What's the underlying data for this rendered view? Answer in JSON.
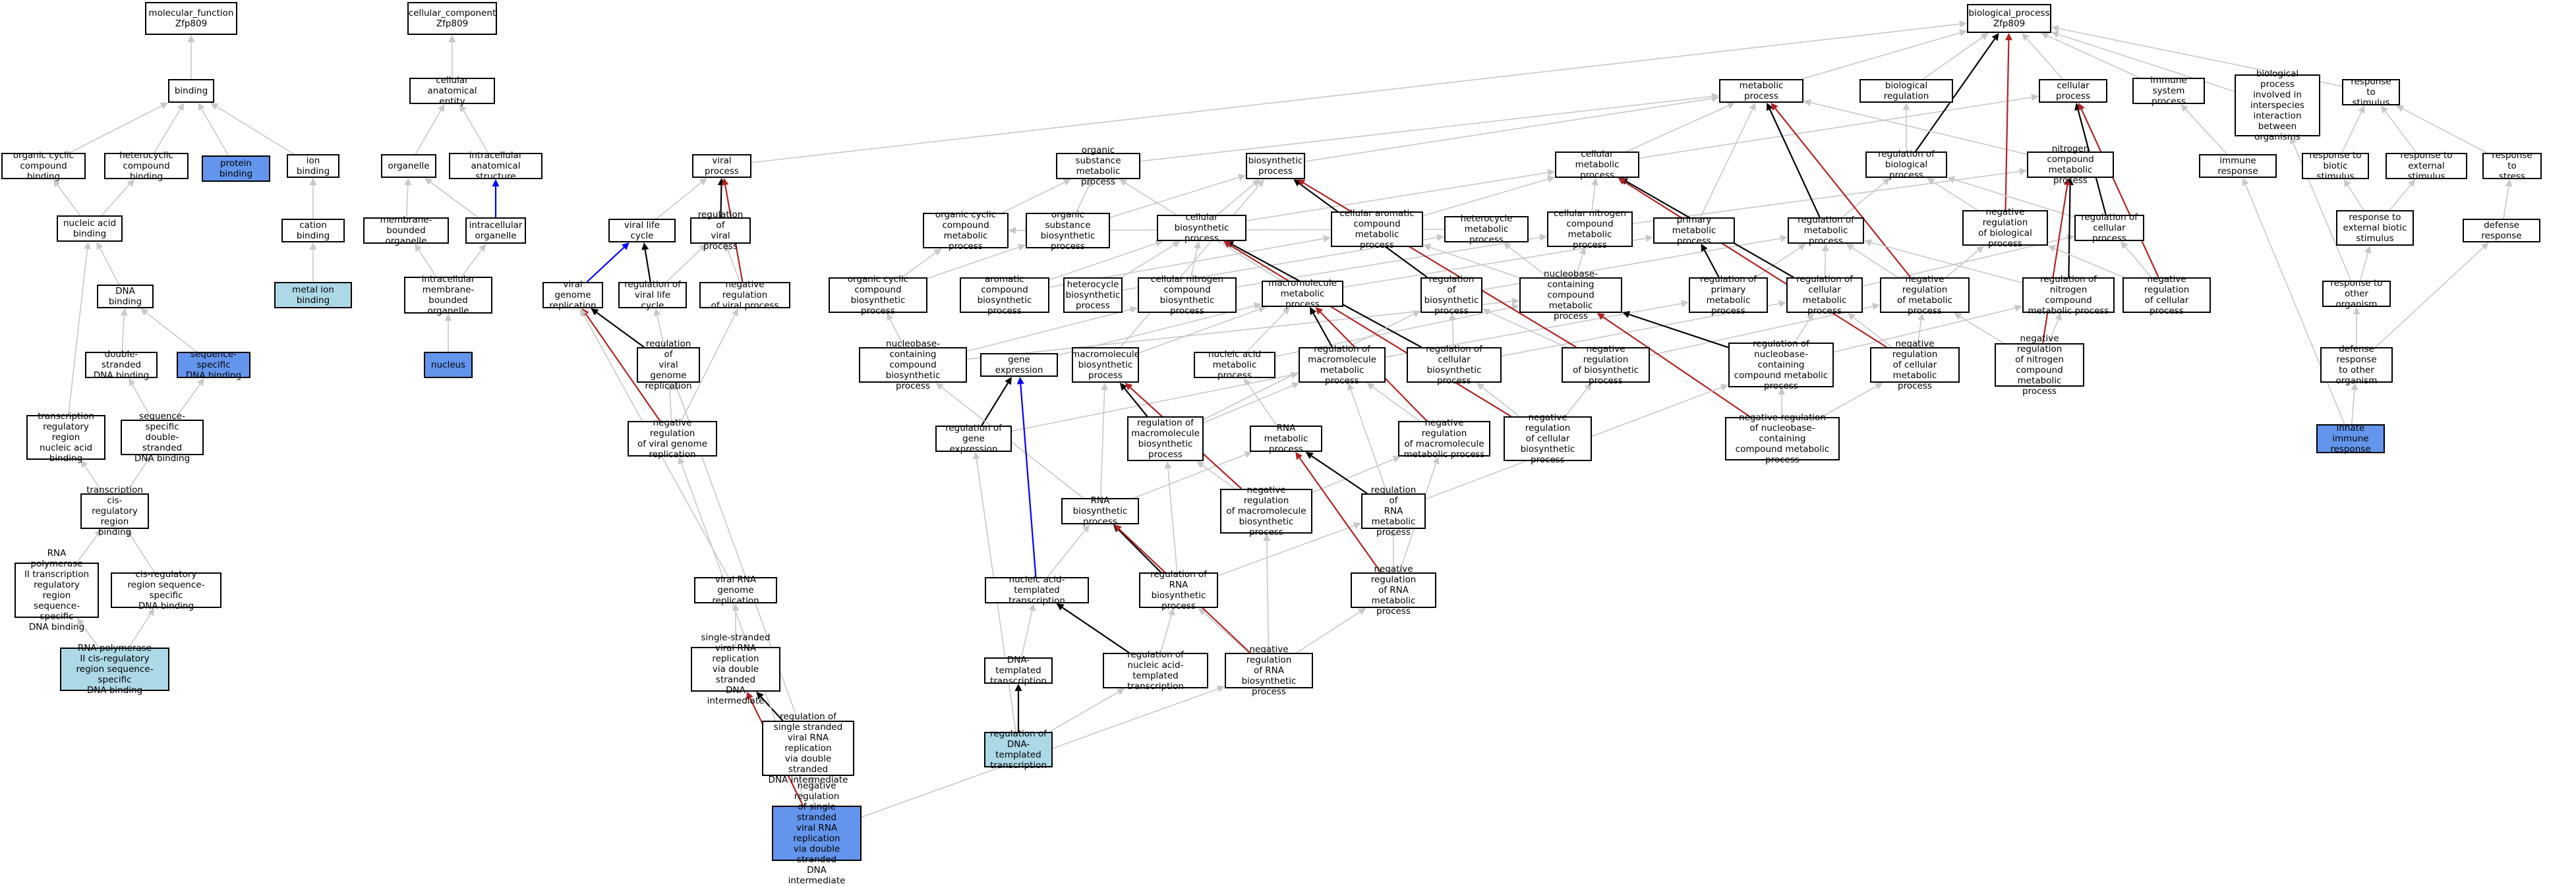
{
  "colors": {
    "is_a": "#c8c8c8",
    "regulates": "#000000",
    "negatively_regulates": "#b22222",
    "part_of": "#0000ff",
    "light_node": "#add8e6",
    "highlight_node": "#6495ed"
  },
  "nodes": {
    "mf_root": "molecular_function\nZfp809",
    "binding": "binding",
    "organic_cyclic_binding": "organic cyclic\ncompound binding",
    "heterocyclic_binding": "heterocyclic\ncompound binding",
    "protein_binding": "protein binding",
    "ion_binding": "ion binding",
    "cation_binding": "cation binding",
    "metal_ion_binding": "metal ion binding",
    "nucleic_acid_binding": "nucleic acid\nbinding",
    "dna_binding": "DNA binding",
    "ds_dna_binding": "double-stranded\nDNA binding",
    "ss_dna_binding": "sequence-specific\nDNA binding",
    "tr_region_binding": "transcription\nregulatory region\nnucleic acid\nbinding",
    "ss_ds_dna_binding": "sequence-specific\ndouble-stranded\nDNA binding",
    "cis_reg_binding": "transcription\ncis-regulatory\nregion binding",
    "pol2_tr_binding": "RNA polymerase\nII transcription\nregulatory region\nsequence-specific\nDNA binding",
    "cis_reg_ss_binding": "cis-regulatory\nregion sequence-specific\nDNA binding",
    "pol2_cis_binding": "RNA polymerase\nII cis-regulatory\nregion sequence-specific\nDNA binding",
    "cc_root": "cellular_component\nZfp809",
    "anatomical_entity": "cellular anatomical\nentity",
    "organelle": "organelle",
    "intracellular_structure": "intracellular\nanatomical structure",
    "membrane_organelle": "membrane-bounded\norganelle",
    "intracellular_organelle": "intracellular\norganelle",
    "intra_membrane_organelle": "intracellular\nmembrane-bounded\norganelle",
    "nucleus": "nucleus",
    "bp_root": "biological_process\nZfp809",
    "metabolic_process": "metabolic process",
    "biological_regulation": "biological regulation",
    "cellular_process": "cellular process",
    "immune_system_process": "immune system\nprocess",
    "interspecies": "biological process\ninvolved in\ninterspecies\ninteraction\nbetween organisms",
    "response_stimulus": "response to\nstimulus",
    "viral_process": "viral process",
    "organic_substance_metabolic": "organic substance\nmetabolic process",
    "biosynthetic_process": "biosynthetic\nprocess",
    "cellular_metabolic": "cellular metabolic\nprocess",
    "reg_biological_process": "regulation of\nbiological process",
    "nitrogen_compound_metabolic": "nitrogen compound\nmetabolic process",
    "immune_response": "immune response",
    "response_biotic": "response to\nbiotic stimulus",
    "response_external": "response to\nexternal stimulus",
    "response_stress": "response to\nstress",
    "viral_life_cycle": "viral life cycle",
    "reg_viral_process": "regulation of\nviral process",
    "organic_cyclic_metabolic": "organic cyclic\ncompound metabolic\nprocess",
    "organic_substance_biosynthetic": "organic substance\nbiosynthetic\nprocess",
    "cellular_biosynthetic": "cellular biosynthetic\nprocess",
    "cellular_aromatic_metabolic": "cellular aromatic\ncompound metabolic\nprocess",
    "heterocycle_metabolic": "heterocycle\nmetabolic process",
    "cellular_nitrogen_metabolic": "cellular nitrogen\ncompound metabolic\nprocess",
    "primary_metabolic": "primary metabolic\nprocess",
    "reg_metabolic": "regulation of\nmetabolic process",
    "neg_reg_biological": "negative regulation\nof biological\nprocess",
    "reg_cellular_process": "regulation of\ncellular process",
    "response_ext_biotic": "response to\nexternal biotic\nstimulus",
    "defense_response": "defense response",
    "viral_genome_replication": "viral genome\nreplication",
    "reg_viral_life_cycle": "regulation of\nviral life cycle",
    "neg_reg_viral_process": "negative regulation\nof viral process",
    "organic_cyclic_biosynthetic": "organic cyclic\ncompound biosynthetic\nprocess",
    "aromatic_biosynthetic": "aromatic compound\nbiosynthetic\nprocess",
    "heterocycle_biosynthetic": "heterocycle\nbiosynthetic\nprocess",
    "cellular_nitrogen_biosynthetic": "cellular nitrogen\ncompound biosynthetic\nprocess",
    "macromolecule_metabolic": "macromolecule\nmetabolic process",
    "reg_biosynthetic": "regulation of\nbiosynthetic\nprocess",
    "nucleobase_metabolic": "nucleobase-containing\ncompound metabolic\nprocess",
    "reg_primary_metabolic": "regulation of\nprimary metabolic\nprocess",
    "reg_cellular_metabolic": "regulation of\ncellular metabolic\nprocess",
    "neg_reg_metabolic": "negative regulation\nof metabolic\nprocess",
    "reg_nitrogen_metabolic": "regulation of\nnitrogen compound\nmetabolic process",
    "neg_reg_cellular_process": "negative regulation\nof cellular\nprocess",
    "response_other_organism": "response to\nother organism",
    "reg_viral_genome_replication": "regulation of\nviral genome\nreplication",
    "nucleobase_biosynthetic": "nucleobase-containing\ncompound biosynthetic\nprocess",
    "gene_expression": "gene expression",
    "macromolecule_biosynthetic": "macromolecule\nbiosynthetic\nprocess",
    "nucleic_acid_metabolic": "nucleic acid\nmetabolic process",
    "reg_macromolecule_metabolic": "regulation of\nmacromolecule\nmetabolic process",
    "reg_cellular_biosynthetic": "regulation of\ncellular biosynthetic\nprocess",
    "neg_reg_biosynthetic": "negative regulation\nof biosynthetic\nprocess",
    "reg_nucleobase_metabolic": "regulation of\nnucleobase-containing\ncompound metabolic\nprocess",
    "neg_reg_cellular_metabolic": "negative regulation\nof cellular\nmetabolic process",
    "neg_reg_nitrogen_metabolic": "negative regulation\nof nitrogen\ncompound metabolic\nprocess",
    "defense_other_organism": "defense response\nto other organism",
    "neg_reg_viral_genome_replication": "negative regulation\nof viral genome\nreplication",
    "reg_gene_expression": "regulation of\ngene expression",
    "reg_macromolecule_biosynthetic": "regulation of\nmacromolecule\nbiosynthetic\nprocess",
    "rna_metabolic": "RNA metabolic\nprocess",
    "neg_reg_macromolecule_metabolic": "negative regulation\nof macromolecule\nmetabolic process",
    "neg_reg_cellular_biosynthetic": "negative regulation\nof cellular\nbiosynthetic\nprocess",
    "neg_reg_nucleobase_metabolic": "negative regulation\nof nucleobase-containing\ncompound metabolic\nprocess",
    "innate_immune": "innate immune\nresponse",
    "rna_biosynthetic": "RNA biosynthetic\nprocess",
    "neg_reg_macromolecule_biosynthetic": "negative regulation\nof macromolecule\nbiosynthetic\nprocess",
    "reg_rna_metabolic": "regulation of\nRNA metabolic\nprocess",
    "viral_rna_genome_replication": "viral RNA genome\nreplication",
    "na_templated_transcription": "nucleic acid-templated\ntranscription",
    "reg_rna_biosynthetic": "regulation of\nRNA biosynthetic\nprocess",
    "neg_reg_rna_metabolic": "negative regulation\nof RNA metabolic\nprocess",
    "ss_viral_rna_replication": "single-stranded\nviral RNA replication\nvia double stranded\nDNA intermediate",
    "dna_templated_transcription": "DNA-templated\ntranscription",
    "reg_na_templated_transcription": "regulation of\nnucleic acid-templated\ntranscription",
    "neg_reg_rna_biosynthetic": "negative regulation\nof RNA biosynthetic\nprocess",
    "reg_ss_viral_rna_replication": "regulation of\nsingle stranded\nviral RNA replication\nvia double stranded\nDNA intermediate",
    "reg_dna_templated_transcription": "regulation of\nDNA-templated\ntranscription",
    "neg_reg_ss_viral_rna_replication": "negative regulation\nof single stranded\nviral RNA replication\nvia double stranded\nDNA intermediate"
  }
}
